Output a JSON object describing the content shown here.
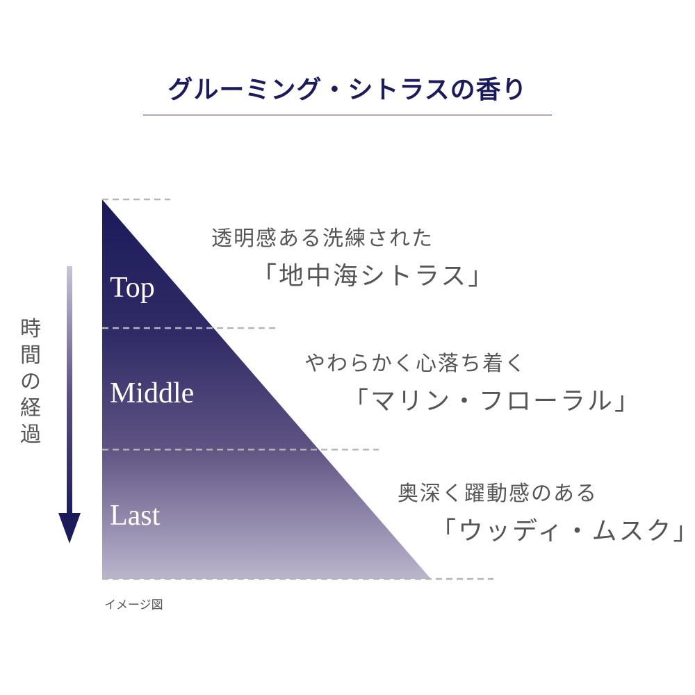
{
  "title": "グルーミング・シトラスの香り",
  "time_axis_label": "時間の経過",
  "notes": [
    {
      "label": "Top",
      "description": "透明感ある洗練された",
      "name": "「地中海シトラス」"
    },
    {
      "label": "Middle",
      "description": "やわらかく心落ち着く",
      "name": "「マリン・フローラル」"
    },
    {
      "label": "Last",
      "description": "奥深く躍動感のある",
      "name": "「ウッディ・ムスク」"
    }
  ],
  "caption": "イメージ図",
  "colors": {
    "navy": "#1b1a5a",
    "light": "#bbb5cc",
    "text": "#555555",
    "dash": "#b5b5b5"
  }
}
